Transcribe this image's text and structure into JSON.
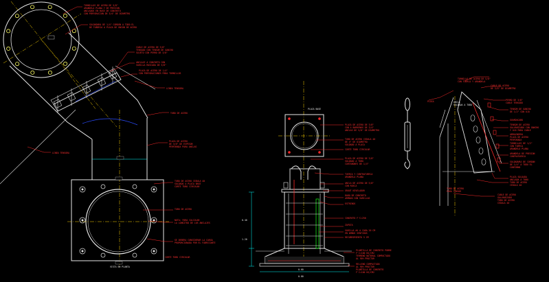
{
  "colors": {
    "background": "#000000",
    "geometry": "#e8e8e8",
    "annotation": "#ff2a2a",
    "centerline": "#ffd400",
    "flange": "#ffff66",
    "dimension": "#00ffff",
    "blue": "#2a4cff",
    "green": "#1aff1a"
  },
  "view_a": {
    "labels": {
      "l01": "TORNILLOS DE ACERO DE 5/8\"",
      "l02": "ARANDELA PLANA Y DE PRESION",
      "l03": "ANCLADOS EN BASE DE CONCRETO",
      "l04": "CON PERFORACION DE 3/4\" DE DIAMETRO",
      "l05": "SOLDADURA DE 1/4\" CORDON A TODO EL",
      "l06": "DE TUBERIA A PLACA DE UNION DE ACERO",
      "l07": "CABLE DE ACERO DE 3/8\"",
      "l08": "TENSADO CON TENSOR DE GANCHO",
      "l09": "SUJETO CON PERRO DE 3/8\"",
      "l10": "ANCLAJE A CONCRETO CON",
      "l11": "VARILLA ROSCADA DE 5/8\"",
      "l12": "PLACA DE ACERO DE 1/4\"",
      "l13": "CON PERFORACIONES PARA TORNILLOS",
      "l14": "LINEA TENSORA",
      "l15": "LINEA TENSORA",
      "l16": "TUBO DE ACERO",
      "l17": "PLACA DE ACERO",
      "l18": "DE 3/8\" DE ESPESOR",
      "l19": "PERFORADA PARA ANCLAS",
      "l20": "TUBO DE ACERO CEDULA 40",
      "l21": "SOLDADO A PLACA BASE",
      "l22": "CORTE TUBO CIRCULAR",
      "l23": "TUBO DE ACERO",
      "l24": "NOTA: PARA CALCULAR",
      "l25": "LA LONGITUD DE LOS ANCLAJES",
      "l26": "SE DEBERA CONSIDERAR LA CARGA",
      "l27": "PROPORCIONADA POR EL FABRICANTE",
      "l28": "CORTE TUBO CIRCULAR"
    },
    "title_bottom": "VISTA EN PLANTA"
  },
  "view_b": {
    "top_label": "PLACA BASE",
    "labels": {
      "m01": "PLACA DE ACERO DE 3/8\"",
      "m02": "CON 4 BARRENOS DE 3/4\"",
      "m03": "ANCLAS DE 5/8\" DE DIAMETRO",
      "m04": "TUBO DE ACERO CEDULA 40",
      "m05": "DE 4\" DE DIAMETRO",
      "m06": "SOLDADO A PLACA",
      "m07": "CORTE TUBO CIRCULAR",
      "m08": "PLACA DE ACERO DE 3/8\"",
      "m09": "SOLDADO A TUBO",
      "m10": "CARTABONES DE 1/4\"",
      "m11": "TUERCA Y CONTRATUERCA",
      "m12": "ARANDELA PLANA",
      "m13": "ANCLA DE ACERO DE 5/8\"",
      "m14": "CON ROSCA",
      "m15": "GROUT NIVELADOR",
      "m16": "DADO DE CONCRETO",
      "m17": "ARMADO CON VARILLAS",
      "m18": "ESTRIBOS",
      "m19": "CONCRETO F'C=250",
      "m20": "ZAPATA",
      "m21": "VARILLA #4 A CADA 20 CM",
      "m22": "EN AMBOS SENTIDOS",
      "m23": "RECUBRIMIENTO 5 CM",
      "m24": "PLANTILLA DE CONCRETO POBRE",
      "m25": "F'C=100 KG/CM2",
      "m26": "TERRENO NATURAL COMPACTADO",
      "m27": "AL 90% PROCTOR"
    },
    "bottom_labels": {
      "b1": "RELLENO COMPACTADO",
      "b2": "AL 90% PROCTOR",
      "b3": "PLANTILLA DE CONCRETO",
      "b4": "F'C=100 KG/CM2"
    },
    "dims": {
      "d1": "0.40",
      "d2": "1.20",
      "d3": "0.60",
      "d4": "0.80"
    }
  },
  "view_c": {
    "labels": {
      "n01": "TORNILLO DE ACERO DE 5/8\"",
      "n02": "CON TUERCA Y ARANDELA",
      "n03": "CABLE DE ACERO",
      "n04": "DE 3/8\" DE DIAMETRO",
      "n05": "PERRO DE 3/8\"",
      "n06": "CABLE TENSADO",
      "n07": "TENSOR DE GANCHO",
      "n08": "DE 1/2\" CON OJO",
      "n09": "GUARDACABO",
      "n10": "TENSOR DE ACERO",
      "n11": "GALVANIZADO CON GANCHO",
      "n12": "Y OJO PARA CABLE",
      "n13": "ABRAZADERA",
      "n14": "PLACA DE ACERO",
      "n15": "PERFORADA",
      "n16": "TORNILLOS DE 1/2\"",
      "n17": "CON TUERCA",
      "n18": "ARANDELA PLANA",
      "n19": "ARANDELA DE PRESION",
      "n20": "CONTRATUERCA",
      "n21": "SOLDADURA DE CORDON",
      "n22": "DE 1/4\" A TODO EL",
      "n23": "CONTORNO",
      "n24": "PLACA SOLDADA",
      "n25": "ANCLADA A TUBO",
      "n26": "TUBO DE ACERO",
      "n27": "CEDULA 40",
      "n28": "CABLE DE ACERO",
      "n29": "GALVANIZADO",
      "n30": "TUBO DE ACERO",
      "n31": "CEDULA 40",
      "n32": "PLACA"
    },
    "bottom_labels": {
      "c1": "ANCLA",
      "c2": "SOLDADA A TUBO",
      "c3": "TUBO DE ACERO",
      "c4": "PARA TENSOR"
    }
  }
}
